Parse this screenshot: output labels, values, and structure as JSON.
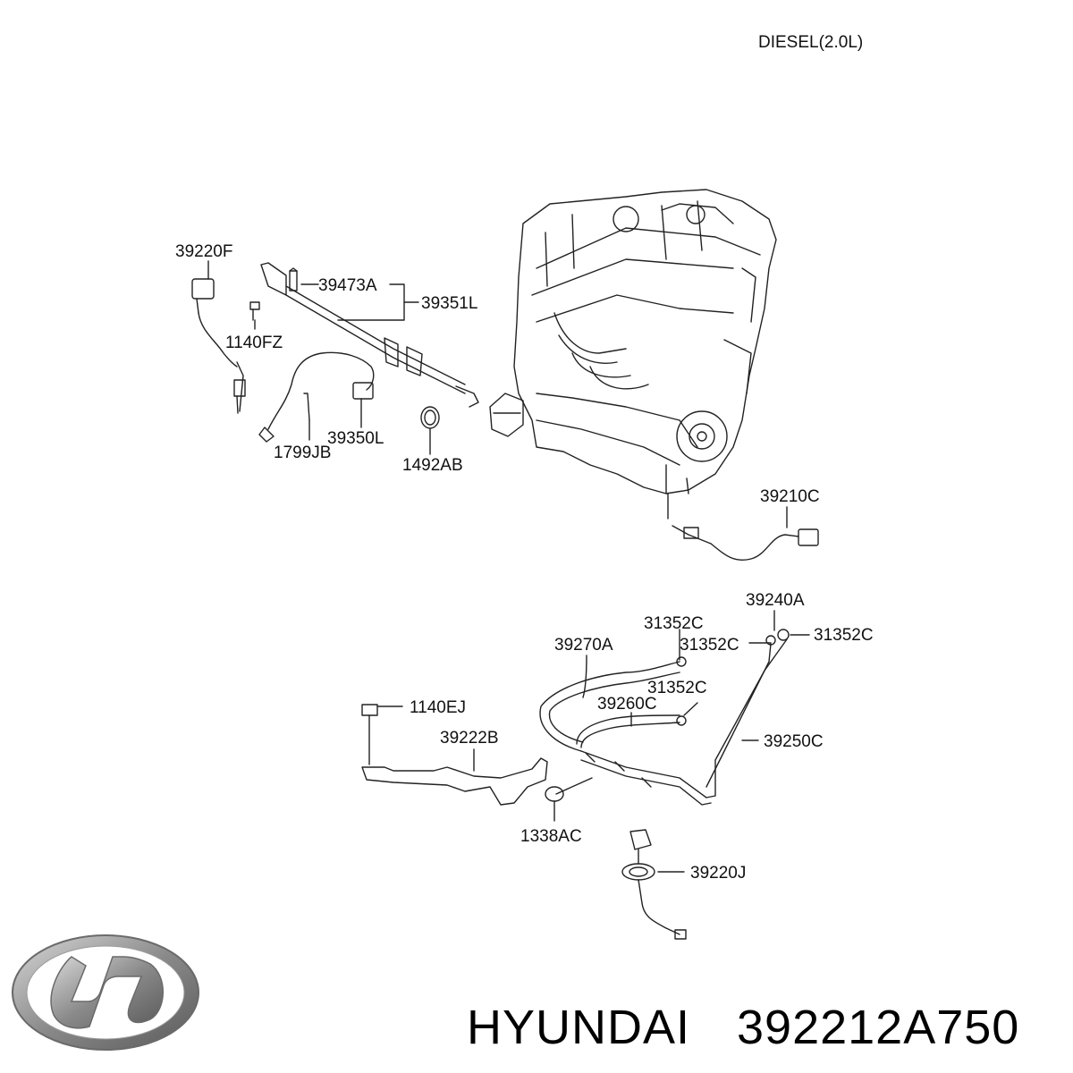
{
  "header": {
    "variant": "DIESEL(2.0L)"
  },
  "parts": {
    "p39220F": "39220F",
    "p39473A": "39473A",
    "p39351L": "39351L",
    "p1140FZ": "1140FZ",
    "p1799JB": "1799JB",
    "p39350L": "39350L",
    "p1492AB": "1492AB",
    "p39210C": "39210C",
    "p39240A": "39240A",
    "p31352C_a": "31352C",
    "p31352C_b": "31352C",
    "p31352C_c": "31352C",
    "p31352C_d": "31352C",
    "p39270A": "39270A",
    "p39260C": "39260C",
    "p1140EJ": "1140EJ",
    "p39222B": "39222B",
    "p39250C": "39250C",
    "p1338AC": "1338AC",
    "p39220J": "39220J"
  },
  "footer": {
    "brand": "HYUNDAI",
    "part_number": "392212A750"
  },
  "colors": {
    "line": "#222222",
    "logo": "#8a8a8a"
  }
}
